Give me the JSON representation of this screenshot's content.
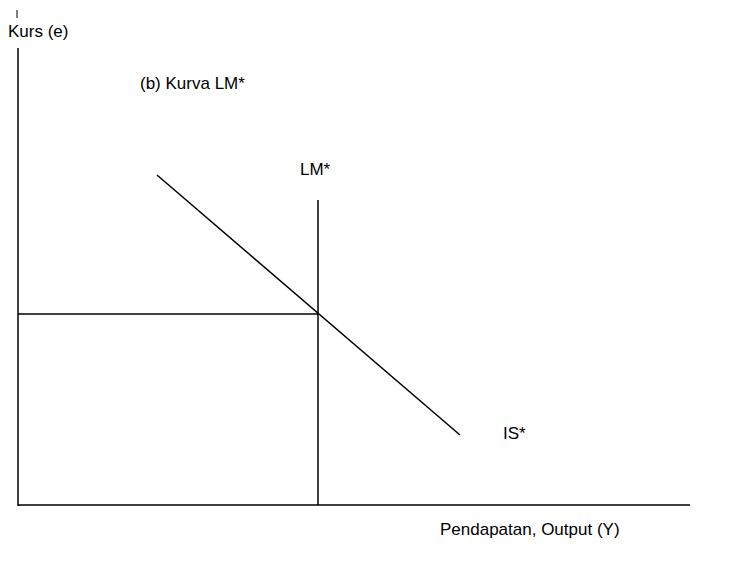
{
  "diagram": {
    "title": "(b) Kurva LM*",
    "labels": [
      "Kurs (e)",
      "LM*",
      "IS*",
      "Pendapatan, Output (Y)"
    ]
  }
}
